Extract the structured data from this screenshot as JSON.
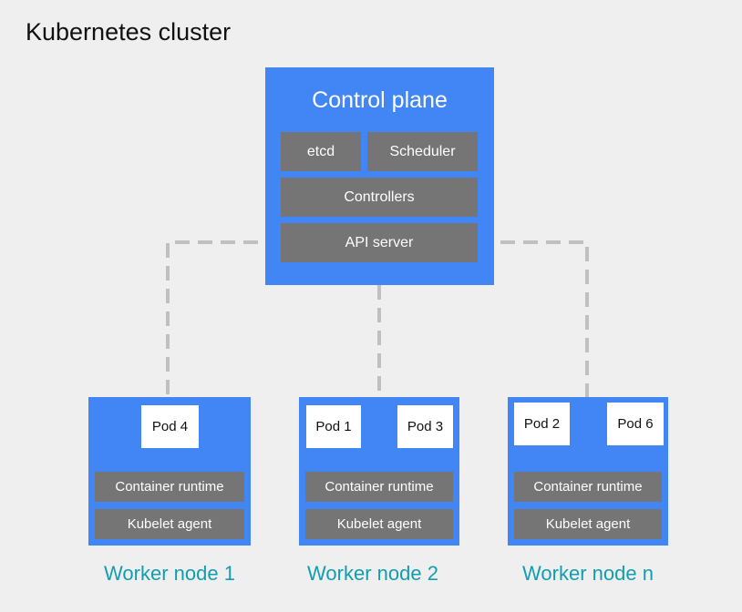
{
  "diagram": {
    "title": "Kubernetes cluster",
    "control_plane": {
      "label": "Control plane",
      "components": {
        "etcd": "etcd",
        "scheduler": "Scheduler",
        "controllers": "Controllers",
        "api_server": "API server"
      }
    },
    "worker_nodes": [
      {
        "label": "Worker node 1",
        "pods": [
          "Pod 4"
        ],
        "runtime": "Container runtime",
        "agent": "Kubelet agent"
      },
      {
        "label": "Worker node 2",
        "pods": [
          "Pod 1",
          "Pod 3"
        ],
        "runtime": "Container runtime",
        "agent": "Kubelet agent"
      },
      {
        "label": "Worker node n",
        "pods": [
          "Pod 2",
          "Pod 6"
        ],
        "runtime": "Container runtime",
        "agent": "Kubelet agent"
      }
    ]
  },
  "colors": {
    "background": "#efefef",
    "node_fill": "#4285f4",
    "component_fill": "#757575",
    "pod_fill": "#ffffff",
    "connector": "#c0c0c0",
    "node_label": "#129eaf"
  }
}
